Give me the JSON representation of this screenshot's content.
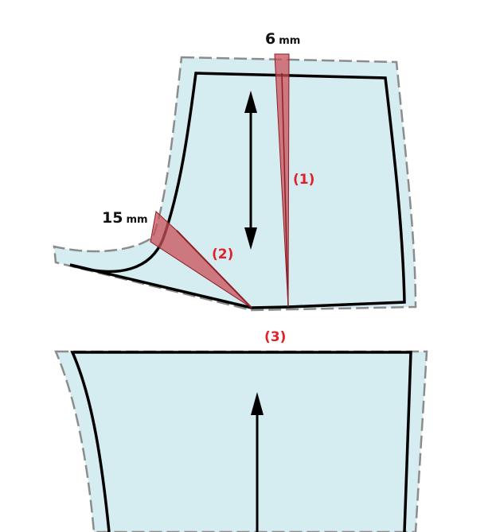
{
  "diagram": {
    "type": "sewing-pattern",
    "colors": {
      "fabric_fill": "#d5ecf0",
      "seam_line": "#000000",
      "cut_line": "#8c8c8c",
      "adjustment_wedge": "#c9505a",
      "label_red": "#e0202a"
    },
    "measurements": [
      {
        "value": "6",
        "unit": "mm"
      },
      {
        "value": "15",
        "unit": "mm"
      }
    ],
    "markers": [
      {
        "label": "(1)"
      },
      {
        "label": "(2)"
      },
      {
        "label": "(3)"
      }
    ],
    "pieces": [
      {
        "name": "upper-piece",
        "grainline": "double-headed vertical arrow"
      },
      {
        "name": "lower-piece",
        "grainline": "single upward arrow"
      }
    ]
  }
}
